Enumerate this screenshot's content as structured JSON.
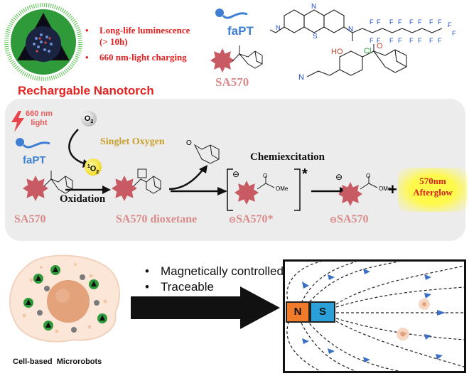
{
  "top": {
    "bullets": [
      "Long-life luminescence",
      "(> 10h)",
      "660 nm-light charging"
    ],
    "title": "Rechargable Nanotorch",
    "fapt_label": "faPT",
    "sa570_label": "SA570",
    "mol_atoms": {
      "n": "N",
      "f": "F",
      "ho": "HO",
      "cl": "Cl",
      "o": "O",
      "ncn": "N"
    }
  },
  "panel": {
    "light_label": "660 nm\nlight",
    "fapt_label": "faPT",
    "o2": "O",
    "o2_sub": "2",
    "singlet_oxygen": "Singlet Oxygen",
    "singlet_o2_sup": "1",
    "singlet_o2": "O",
    "singlet_o2_sub": "2",
    "oxidation": "Oxidation",
    "chemiexcitation": "Chemiexcitation",
    "sa570": "SA570",
    "sa570_dioxetane": "SA570 dioxetane",
    "sa570_star": "SA570*",
    "sa570_anion": "SA570",
    "plus": "+",
    "afterglow": "570nm\nAfterglow",
    "ome": "OMe",
    "o_label": "O",
    "star_mark": "*",
    "minus": "⊖"
  },
  "bottom": {
    "bullets": [
      "Magnetically controlled",
      "Traceable"
    ],
    "cell_label": "Cell-based  Microrobots",
    "magnet_n": "N",
    "magnet_s": "S"
  },
  "colors": {
    "red": "#e3231f",
    "pink": "#d98a8a",
    "blue": "#3f7fd3",
    "gold": "#c8a02a",
    "panel": "#ececec",
    "magnet_n": "#f07b2a",
    "magnet_s": "#2a9fd8",
    "arrow_blue": "#3b6fc4"
  }
}
